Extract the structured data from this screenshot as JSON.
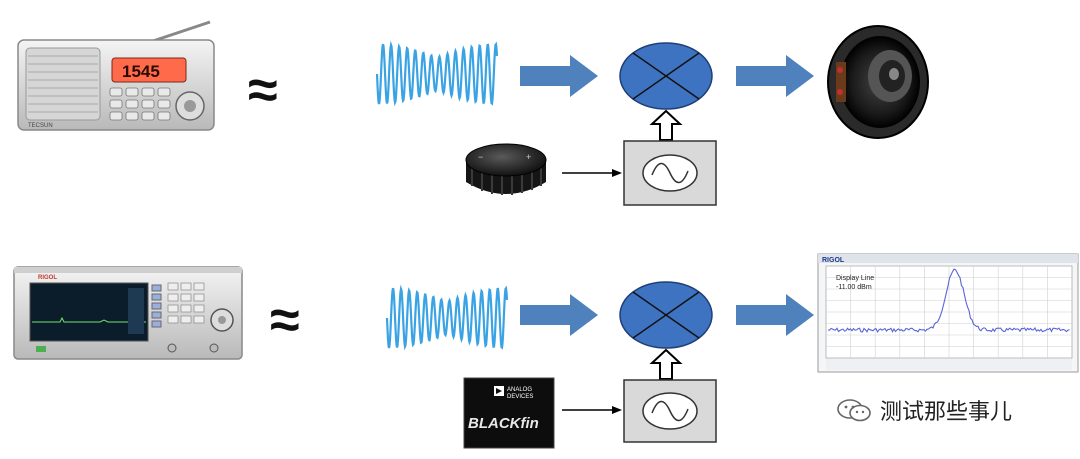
{
  "radio": {
    "display_text": "1545",
    "brand_text": "TECSUN"
  },
  "analyzer": {
    "brand_text": "RIGOL"
  },
  "approx_symbol": "≈",
  "row1": {
    "output_device": "speaker-icon",
    "tuning_control": "knob-icon"
  },
  "row2": {
    "output_device": "spectrum-display",
    "tuning_control": "dsp-chip-icon"
  },
  "chip": {
    "vendor_line1": "ANALOG",
    "vendor_line2": "DEVICES",
    "product_text": "BLACKfin"
  },
  "spectrum": {
    "brand_text": "RIGOL",
    "display_line_label": "Display Line",
    "display_line_value": "-11.00 dBm"
  },
  "watermark": {
    "text": "测试那些事儿"
  },
  "colors": {
    "arrow_fill": "#4f81bd",
    "mixer_fill": "#3e73c1",
    "oscillator_fill": "#d9d9d9",
    "signal_wave": "#3aa3e3",
    "spectrum_trace": "#5b63d8"
  }
}
